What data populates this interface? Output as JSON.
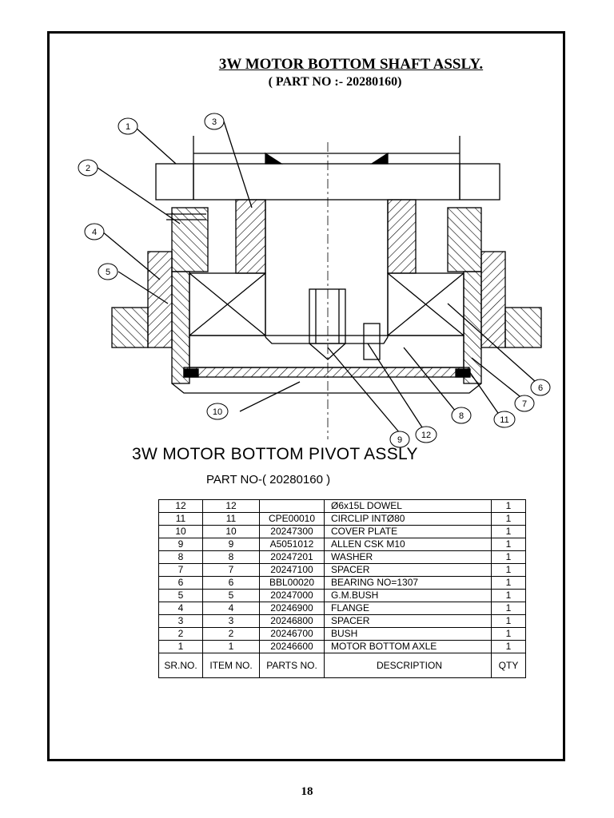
{
  "header": {
    "title": "3W MOTOR BOTTOM SHAFT ASSLY.",
    "part_no": "( PART NO :- 20280160)"
  },
  "assembly": {
    "title": "3W MOTOR BOTTOM PIVOT ASSLY",
    "part_no": "PART NO-( 20280160 )"
  },
  "callouts": [
    "1",
    "2",
    "3",
    "4",
    "5",
    "6",
    "7",
    "8",
    "9",
    "10",
    "11",
    "12"
  ],
  "table": {
    "rows": [
      {
        "sr": "12",
        "item": "12",
        "part": "",
        "desc": "Ø6x15L DOWEL",
        "qty": "1"
      },
      {
        "sr": "11",
        "item": "11",
        "part": "CPE00010",
        "desc": "CIRCLIP INTØ80",
        "qty": "1"
      },
      {
        "sr": "10",
        "item": "10",
        "part": "20247300",
        "desc": "COVER PLATE",
        "qty": "1"
      },
      {
        "sr": "9",
        "item": "9",
        "part": "A5051012",
        "desc": "ALLEN CSK M10",
        "qty": "1"
      },
      {
        "sr": "8",
        "item": "8",
        "part": "20247201",
        "desc": "WASHER",
        "qty": "1"
      },
      {
        "sr": "7",
        "item": "7",
        "part": "20247100",
        "desc": "SPACER",
        "qty": "1"
      },
      {
        "sr": "6",
        "item": "6",
        "part": "BBL00020",
        "desc": "BEARING NO=1307",
        "qty": "1"
      },
      {
        "sr": "5",
        "item": "5",
        "part": "20247000",
        "desc": "G.M.BUSH",
        "qty": "1"
      },
      {
        "sr": "4",
        "item": "4",
        "part": "20246900",
        "desc": "FLANGE",
        "qty": "1"
      },
      {
        "sr": "3",
        "item": "3",
        "part": "20246800",
        "desc": "SPACER",
        "qty": "1"
      },
      {
        "sr": "2",
        "item": "2",
        "part": "20246700",
        "desc": "BUSH",
        "qty": "1"
      },
      {
        "sr": "1",
        "item": "1",
        "part": "20246600",
        "desc": "MOTOR BOTTOM AXLE",
        "qty": "1"
      }
    ],
    "headers": {
      "sr": "SR.NO.",
      "item": "ITEM NO.",
      "part": "PARTS NO.",
      "desc": "DESCRIPTION",
      "qty": "QTY"
    }
  },
  "page_number": "18"
}
